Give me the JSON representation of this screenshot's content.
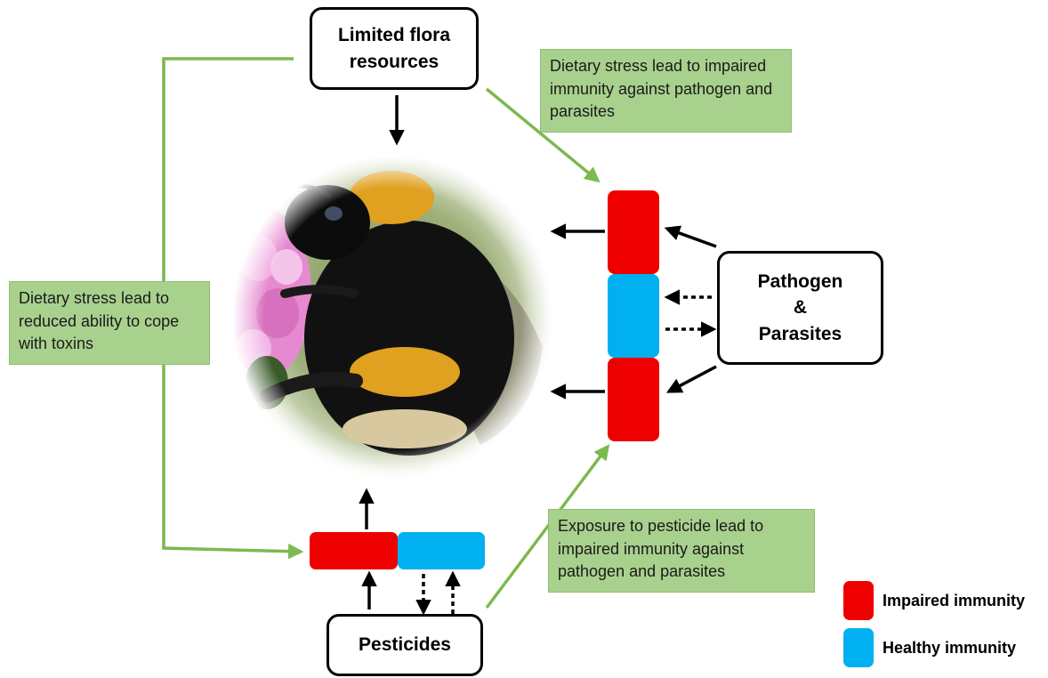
{
  "nodes": {
    "flora": "Limited flora\nresources",
    "pathogen": "Pathogen\n&\nParasites",
    "pesticides": "Pesticides"
  },
  "notes": {
    "flora_pathogen": "Dietary stress lead to impaired immunity against pathogen and parasites",
    "flora_toxins": "Dietary stress lead to reduced ability to cope with toxins",
    "pesticide_pathogen": "Exposure to pesticide lead to impaired immunity against pathogen and parasites"
  },
  "legend": {
    "impaired": {
      "label": "Impaired immunity",
      "color": "#ee0000"
    },
    "healthy": {
      "label": "Healthy immunity",
      "color": "#00b0f0"
    }
  },
  "colors": {
    "green_connector": "#7cb94e",
    "note_fill": "#a9d18e",
    "bee_body": "#111111",
    "bee_stripe": "#e0a020",
    "flower": "#e58ad0"
  }
}
